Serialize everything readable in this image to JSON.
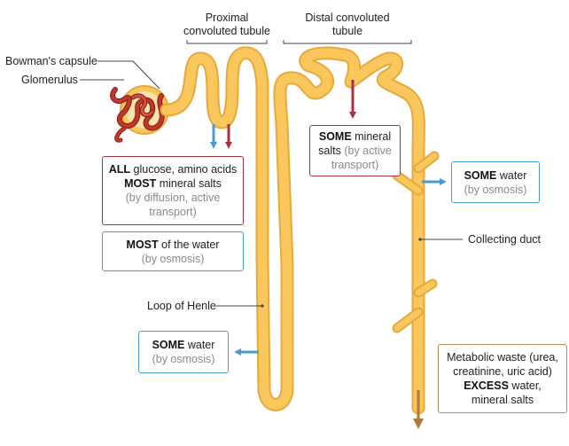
{
  "headers": {
    "proximal": [
      "Proximal",
      "convoluted tubule"
    ],
    "distal": [
      "Distal convoluted",
      "tubule"
    ]
  },
  "labels": {
    "bowmans_capsule": "Bowman's capsule",
    "glomerulus": "Glomerulus",
    "loop_of_henle": "Loop of Henle",
    "collecting_duct": "Collecting duct"
  },
  "boxes": {
    "all_glucose": {
      "line1_bold": "ALL",
      "line1_rest": " glucose, amino acids",
      "line2_bold": "MOST",
      "line2_rest": " mineral salts",
      "line3": "(by diffusion, active",
      "line4": "transport)"
    },
    "most_water": {
      "bold": "MOST",
      "rest": " of the water",
      "sub": "(by osmosis)"
    },
    "some_salts": {
      "bold": "SOME",
      "rest": " mineral",
      "line2a": "salts ",
      "line2b": "(by active",
      "line3": "transport)"
    },
    "some_water_right": {
      "bold": "SOME",
      "rest": " water",
      "sub": "(by osmosis)"
    },
    "some_water_left": {
      "bold": "SOME",
      "rest": " water",
      "sub": "(by osmosis)"
    },
    "waste": {
      "line1": "Metabolic waste (urea,",
      "line2": "creatinine, uric acid)",
      "line3_bold": "EXCESS",
      "line3_rest": " water,",
      "line4": "mineral salts"
    }
  },
  "colors": {
    "tubule_fill": "#f9c75c",
    "tubule_outline": "#e9a93a",
    "glomerulus": "#c0392b",
    "arrow_red": "#a83242",
    "arrow_blue": "#4a9bd1",
    "arrow_brown": "#b07a3e"
  }
}
